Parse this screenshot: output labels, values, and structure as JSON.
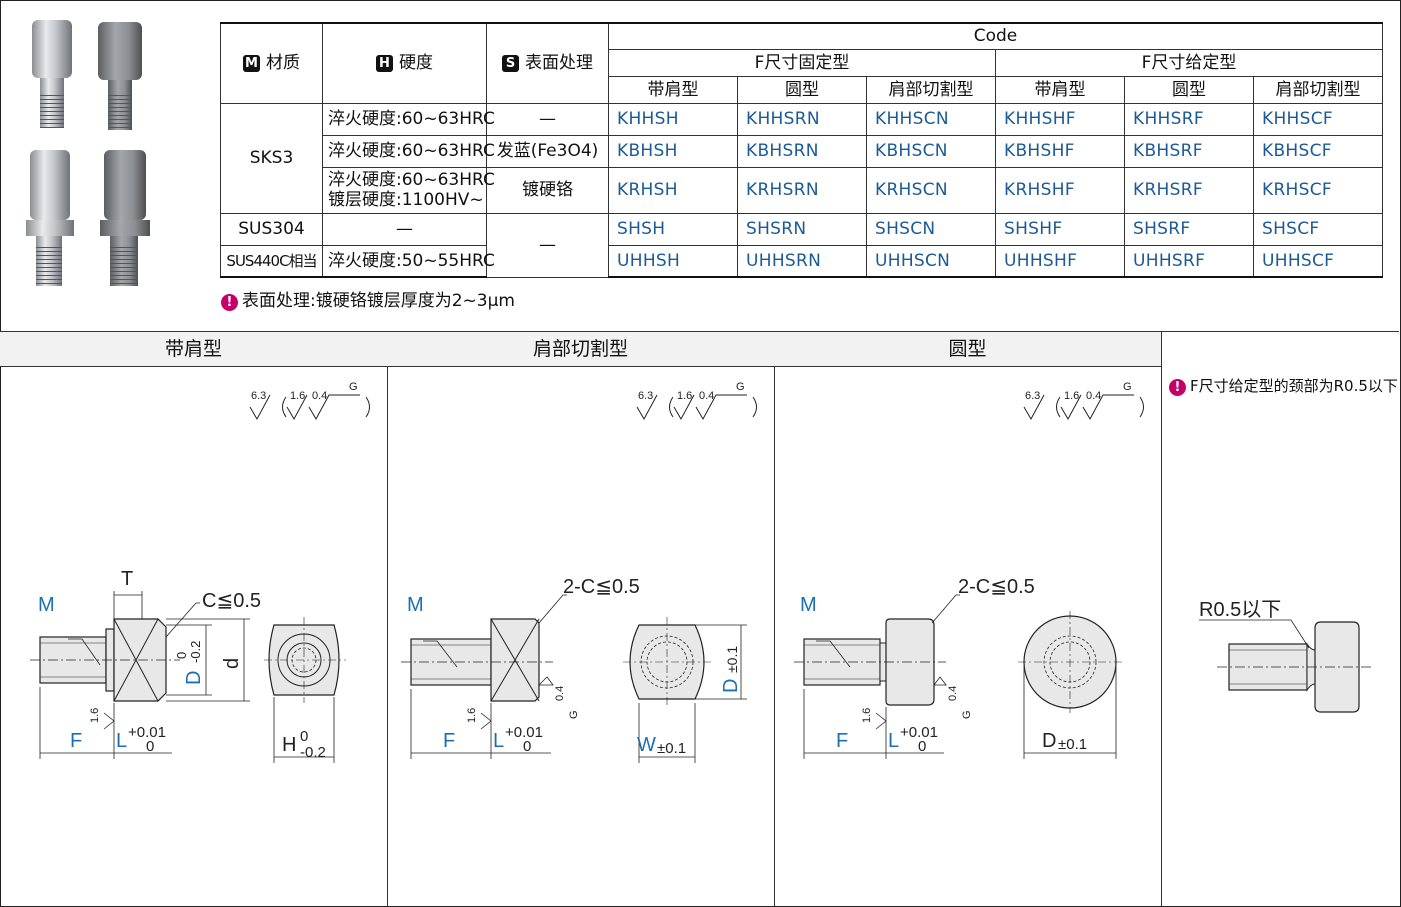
{
  "table": {
    "code_header": "Code",
    "header_material_badge": "M",
    "header_material": "材质",
    "header_hardness_badge": "H",
    "header_hardness": "硬度",
    "header_surface_badge": "S",
    "header_surface": "表面处理",
    "group_fixed": "F尺寸固定型",
    "group_given": "F尺寸给定型",
    "type_shoulder": "带肩型",
    "type_round": "圆型",
    "type_cut": "肩部切割型",
    "rows": [
      {
        "hardness": "淬火硬度:60~63HRC",
        "treatment": "—",
        "codes": [
          "KHHSH",
          "KHHSRN",
          "KHHSCN",
          "KHHSHF",
          "KHHSRF",
          "KHHSCF"
        ]
      },
      {
        "hardness": "淬火硬度:60~63HRC",
        "treatment": "发蓝(Fe3O4)",
        "codes": [
          "KBHSH",
          "KBHSRN",
          "KBHSCN",
          "KBHSHF",
          "KBHSRF",
          "KBHSCF"
        ]
      },
      {
        "hardness": "淬火硬度:60~63HRC",
        "hardness2": "镀层硬度:1100HV~",
        "treatment": "镀硬铬",
        "codes": [
          "KRHSH",
          "KRHSRN",
          "KRHSCN",
          "KRHSHF",
          "KRHSRF",
          "KRHSCF"
        ]
      },
      {
        "hardness": "—",
        "treatment": "—",
        "codes": [
          "SHSH",
          "SHSRN",
          "SHSCN",
          "SHSHF",
          "SHSRF",
          "SHSCF"
        ]
      },
      {
        "hardness": "淬火硬度:50~55HRC",
        "codes": [
          "UHHSH",
          "UHHSRN",
          "UHHSCN",
          "UHHSHF",
          "UHHSRF",
          "UHHSCF"
        ]
      }
    ],
    "materials": [
      "SKS3",
      "SUS304",
      "SUS440C相当"
    ]
  },
  "note": {
    "icon": "!",
    "text": "表面处理:镀硬铬镀层厚度为2~3μm"
  },
  "panels": {
    "shoulder_title": "带肩型",
    "cut_title": "肩部切割型",
    "round_title": "圆型",
    "side_note_icon": "!",
    "side_note": "F尺寸给定型的颈部为R0.5以下"
  },
  "drawing": {
    "rough_6_3": "6.3",
    "rough_1_6": "1.6",
    "rough_0_4": "0.4",
    "g": "G",
    "m": "M",
    "t": "T",
    "chamfer": "C≦0.5",
    "chamfer2": "2-C≦0.5",
    "f": "F",
    "l": "L",
    "tol_plus": "+0.01",
    "tol_zero": "0",
    "d_upper": "D",
    "d_lower": "d",
    "tol_minus02": "-0.2",
    "h": "H",
    "w": "W",
    "tol_pm01": "±0.1",
    "r05": "R0.5以下"
  },
  "colors": {
    "code_blue": "#1c5a95",
    "dim_blue": "#1c6fb0",
    "warn": "#c4006a"
  }
}
